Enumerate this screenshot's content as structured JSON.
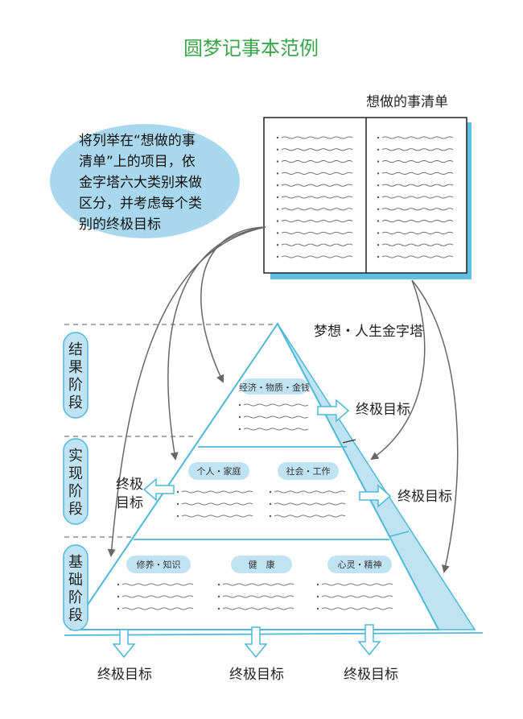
{
  "title": "圆梦记事本范例",
  "wish_list": {
    "label": "想做的事清单"
  },
  "bubble": {
    "lines": [
      "将列举在“想做的事",
      "清单”上的项目，依",
      "金字塔六大类别来做",
      "区分，并考虑每个类",
      "别的终极目标"
    ]
  },
  "pyramid": {
    "label": "梦想・人生金字塔",
    "categories": {
      "economy": "经济・物质・金钱",
      "personal": "个人・家庭",
      "social": "社会・工作",
      "culture": "修养・知识",
      "health": "健　康",
      "spirit": "心灵・精神"
    }
  },
  "stages": {
    "result": [
      "结",
      "果",
      "阶",
      "段"
    ],
    "realize": [
      "实",
      "现",
      "阶",
      "段"
    ],
    "base": [
      "基",
      "础",
      "阶",
      "段"
    ]
  },
  "goals": {
    "top_right": "终极目标",
    "mid_right": "终极目标",
    "mid_left": [
      "终极",
      "目标"
    ],
    "bottom_1": "终极目标",
    "bottom_2": "终极目标",
    "bottom_3": "终极目标"
  },
  "colors": {
    "title": "#3aa54a",
    "line_blue": "#4db8d8",
    "fill_blue": "#bfe3f2",
    "bubble": "#a9d8ee",
    "book_shadow": "#5fc0e3"
  }
}
